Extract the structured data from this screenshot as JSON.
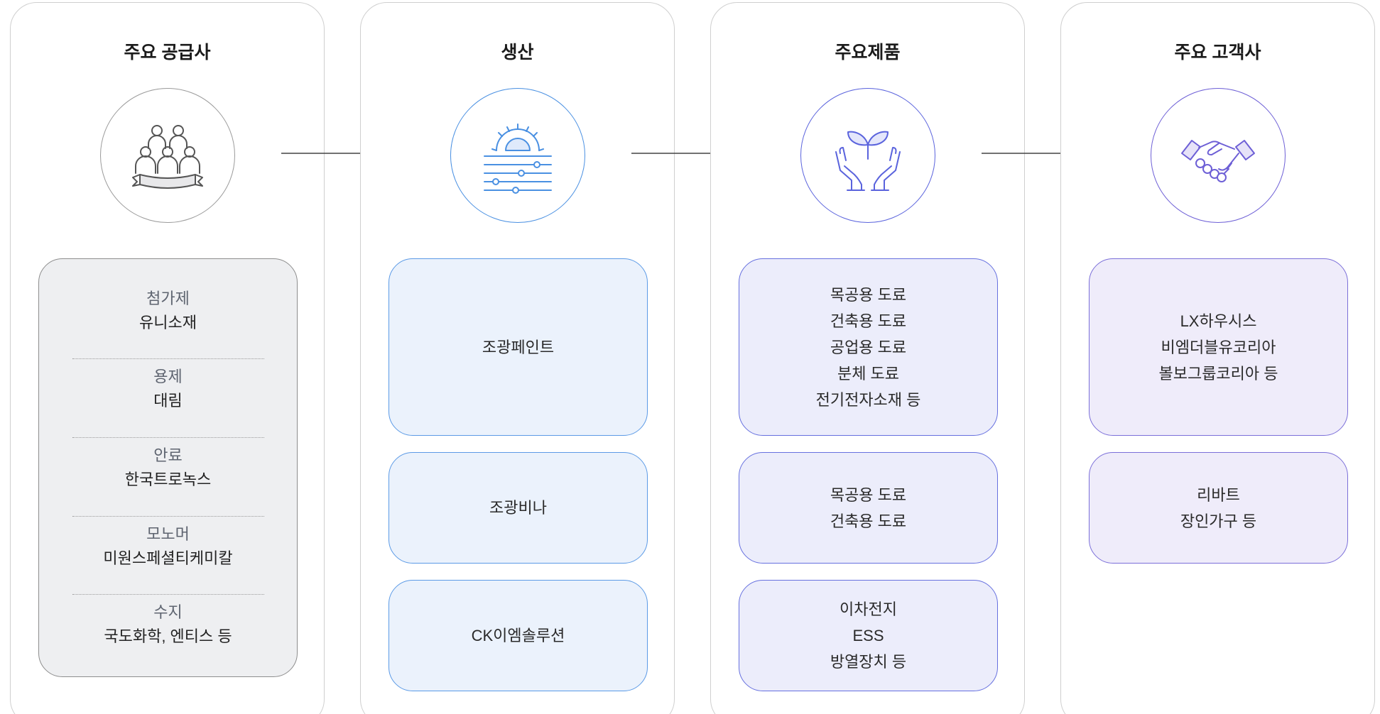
{
  "columns": [
    {
      "title": "주요 공급사",
      "icon": "people-group-icon",
      "groups": [
        {
          "category": "첨가제",
          "value": "유니소재"
        },
        {
          "category": "용제",
          "value": "대림"
        },
        {
          "category": "안료",
          "value": "한국트로녹스"
        },
        {
          "category": "모노머",
          "value": "미원스페셜티케미칼"
        },
        {
          "category": "수지",
          "value": "국도화학, 엔티스 등"
        }
      ]
    },
    {
      "title": "생산",
      "icon": "gear-settings-icon",
      "boxes": [
        {
          "lines": [
            "조광페인트"
          ]
        },
        {
          "lines": [
            "조광비나"
          ]
        },
        {
          "lines": [
            "CK이엠솔루션"
          ]
        }
      ]
    },
    {
      "title": "주요제품",
      "icon": "hands-sprout-icon",
      "boxes": [
        {
          "lines": [
            "목공용 도료",
            "건축용 도료",
            "공업용 도료",
            "분체 도료",
            "전기전자소재 등"
          ]
        },
        {
          "lines": [
            "목공용 도료",
            "건축용 도료"
          ]
        },
        {
          "lines": [
            "이차전지",
            "ESS",
            "방열장치 등"
          ]
        }
      ]
    },
    {
      "title": "주요 고객사",
      "icon": "handshake-icon",
      "boxes": [
        {
          "lines": [
            "LX하우시스",
            "비엠더블유코리아",
            "볼보그룹코리아 등"
          ]
        },
        {
          "lines": [
            "리바트",
            "장인가구 등"
          ]
        }
      ]
    }
  ],
  "colors": {
    "border": "#cfcfcf",
    "gray_box": "#eeeff1",
    "blue_box": "#ebf2fc",
    "blue_accent": "#4a90e2",
    "violet_box": "#ecedfb",
    "violet_accent": "#5a63dd",
    "purple_box": "#efecfa",
    "purple_accent": "#6d5fd6"
  }
}
